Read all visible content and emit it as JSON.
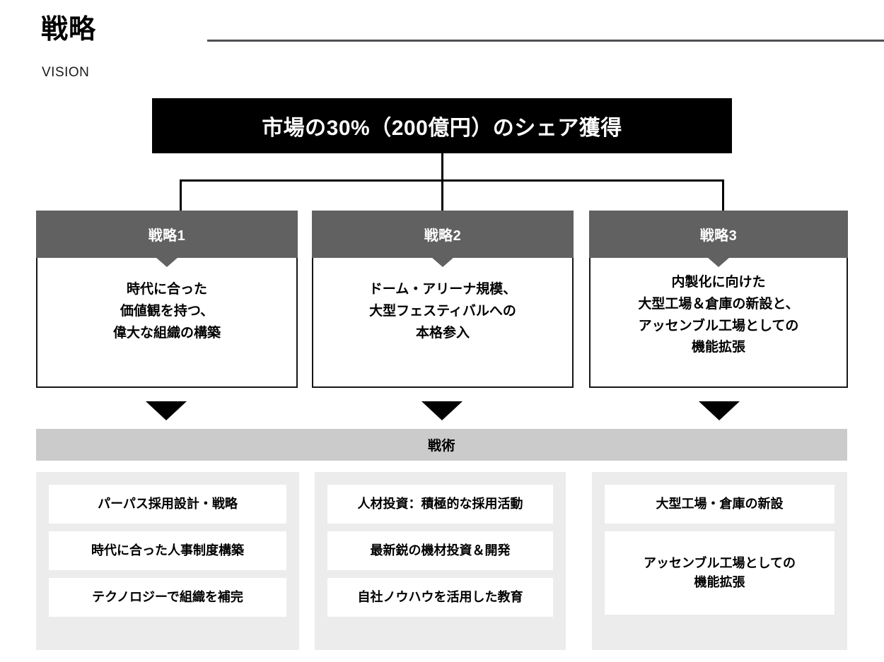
{
  "header": {
    "title": "戦略",
    "subtitle": "VISION",
    "rule_color": "#4f5053"
  },
  "banner": {
    "text": "市場の30%（200億円）のシェア獲得",
    "bg_color": "#000000",
    "text_color": "#ffffff"
  },
  "strategies": [
    {
      "head": "戦略1",
      "body": "時代に合った\n価値観を持つ、\n偉大な組織の構築"
    },
    {
      "head": "戦略2",
      "body": "ドーム・アリーナ規模、\n大型フェスティバルへの\n本格参入"
    },
    {
      "head": "戦略3",
      "body": "内製化に向けた\n大型工場＆倉庫の新設と、\nアッセンブル工場としての\n機能拡張"
    }
  ],
  "tactics_band": {
    "label": "戦術",
    "bg_color": "#cbcbcb"
  },
  "tactics": [
    {
      "items": [
        "パーパス採用設計・戦略",
        "時代に合った人事制度構築",
        "テクノロジーで組織を補完"
      ]
    },
    {
      "items": [
        "人材投資：積極的な採用活動",
        "最新鋭の機材投資＆開発",
        "自社ノウハウを活用した教育"
      ]
    },
    {
      "items": [
        "大型工場・倉庫の新設",
        "アッセンブル工場としての\n機能拡張"
      ]
    }
  ],
  "colors": {
    "strategy_head_bg": "#616161",
    "panel_bg": "#ececec",
    "box_border": "#161616",
    "arrow": "#000000"
  }
}
